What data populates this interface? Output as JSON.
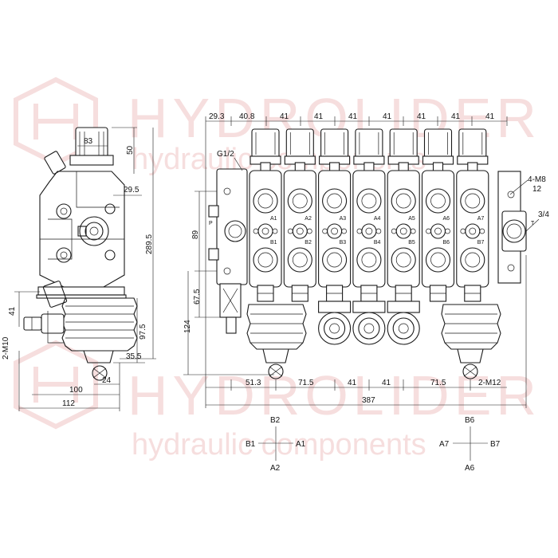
{
  "watermark": {
    "brand": "HYDROLIDER",
    "tagline": "hydraulic components"
  },
  "side_view": {
    "dims": {
      "d83": "83",
      "d50": "50",
      "d29_5": "29.5",
      "d289_5": "289.5",
      "d97_5": "97.5",
      "d35_5": "35.5",
      "d24": "24",
      "d100": "100",
      "d112": "112",
      "d41": "41",
      "m10": "2-M10"
    }
  },
  "front_view": {
    "top_dims": [
      "29.3",
      "40.8",
      "41",
      "41",
      "41",
      "41",
      "41",
      "41",
      "41"
    ],
    "port_g": "G1/2",
    "label_p": "P",
    "label_t": "T",
    "m8": "4-M8",
    "d12": "12",
    "d3_4": "3/4",
    "d89": "89",
    "d67_5": "67.5",
    "d124": "124",
    "bottom_dims": [
      "51.3",
      "71.5",
      "41",
      "41",
      "71.5"
    ],
    "m12": "2-M12",
    "d387": "387",
    "ports_a": [
      "A1",
      "A2",
      "A3",
      "A4",
      "A5",
      "A6",
      "A7"
    ],
    "ports_b": [
      "B1",
      "B2",
      "B3",
      "B4",
      "B5",
      "B6",
      "B7"
    ]
  },
  "cross_left": {
    "top": "B2",
    "left": "B1",
    "right": "A1",
    "bottom": "A2"
  },
  "cross_right": {
    "top": "B6",
    "left": "A7",
    "right": "B7",
    "bottom": "A6"
  }
}
